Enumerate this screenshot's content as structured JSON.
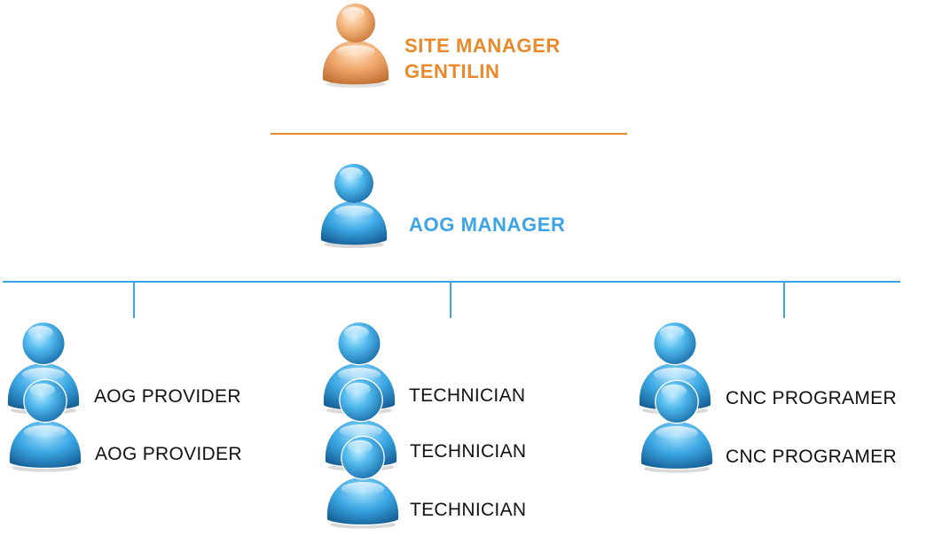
{
  "colors": {
    "site_manager": "#E8892B",
    "aog_manager": "#3BA3E6",
    "connector_orange": "#E8892B",
    "connector_blue": "#3BA3E6",
    "member_text": "#111111"
  },
  "icons": {
    "person": "user-silhouette-icon"
  },
  "site_manager": {
    "title": "SITE MANAGER",
    "name": "GENTILIN"
  },
  "aog_manager": {
    "title": "AOG MANAGER"
  },
  "teams": [
    {
      "members": [
        "AOG PROVIDER",
        "AOG PROVIDER"
      ]
    },
    {
      "members": [
        "TECHNICIAN",
        "TECHNICIAN",
        "TECHNICIAN"
      ]
    },
    {
      "members": [
        "CNC PROGRAMER",
        "CNC PROGRAMER"
      ]
    }
  ]
}
